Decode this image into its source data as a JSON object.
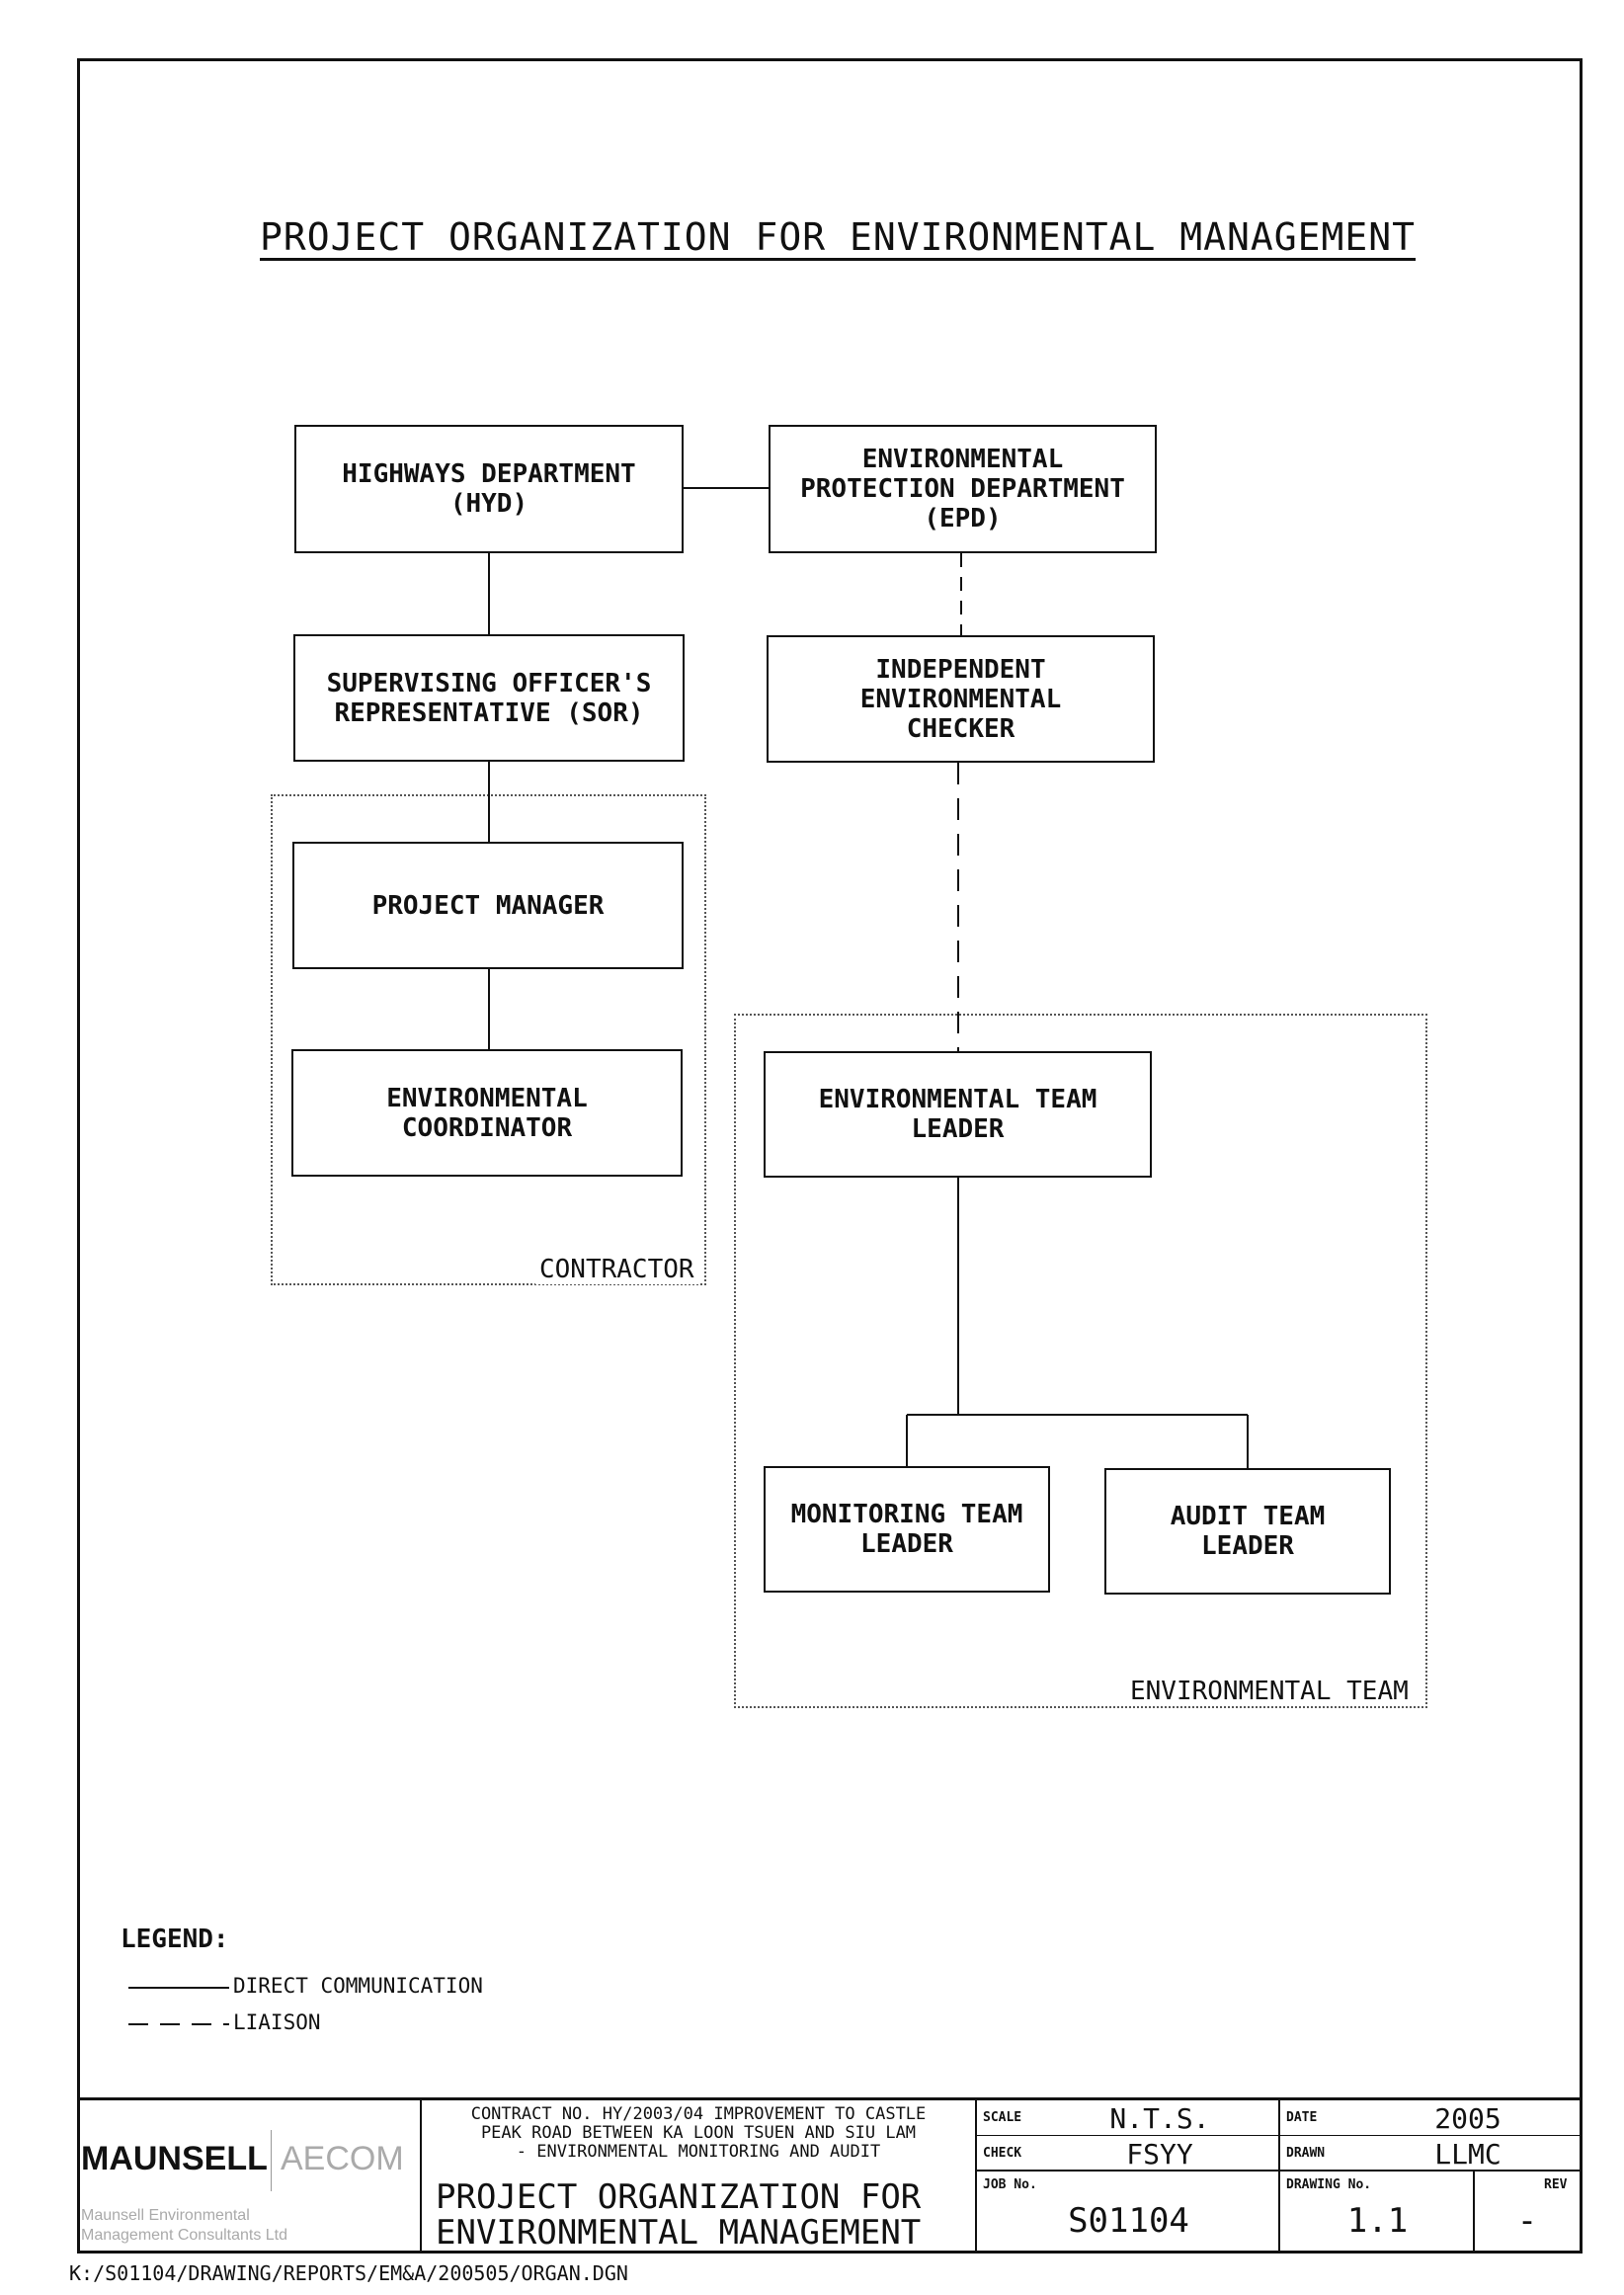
{
  "title": "PROJECT ORGANIZATION FOR ENVIRONMENTAL MANAGEMENT",
  "boxes": {
    "hyd": "HIGHWAYS DEPARTMENT\n(HYD)",
    "epd": "ENVIRONMENTAL\nPROTECTION DEPARTMENT\n(EPD)",
    "sor": "SUPERVISING OFFICER'S\nREPRESENTATIVE (SOR)",
    "iec": "INDEPENDENT\nENVIRONMENTAL\nCHECKER",
    "pm": "PROJECT MANAGER",
    "ec": "ENVIRONMENTAL\nCOORDINATOR",
    "etl": "ENVIRONMENTAL TEAM\nLEADER",
    "mtl": "MONITORING TEAM\nLEADER",
    "atl": "AUDIT TEAM\nLEADER"
  },
  "groups": {
    "contractor": "CONTRACTOR",
    "env_team": "ENVIRONMENTAL TEAM"
  },
  "legend": {
    "title": "LEGEND:",
    "direct": "DIRECT COMMUNICATION",
    "liaison": "LIAISON"
  },
  "title_block": {
    "brand_main": "MAUNSELL",
    "brand_aecom": "AECOM",
    "brand_sub_1": "Maunsell Environmental",
    "brand_sub_2": "Management Consultants Ltd",
    "contract_line_1": "CONTRACT NO. HY/2003/04 IMPROVEMENT TO CASTLE",
    "contract_line_2": "PEAK ROAD BETWEEN KA LOON TSUEN AND SIU LAM",
    "contract_line_3": "- ENVIRONMENTAL MONITORING AND AUDIT",
    "drawing_title_1": "PROJECT ORGANIZATION FOR",
    "drawing_title_2": "ENVIRONMENTAL MANAGEMENT",
    "scale_label": "SCALE",
    "scale_value": "N.T.S.",
    "check_label": "CHECK",
    "check_value": "FSYY",
    "job_label": "JOB No.",
    "job_value": "S01104",
    "date_label": "DATE",
    "date_value": "2005",
    "drawn_label": "DRAWN",
    "drawn_value": "LLMC",
    "drawing_no_label": "DRAWING No.",
    "drawing_no_value": "1.1",
    "rev_label": "REV",
    "rev_value": "-"
  },
  "footer_path": "K:/S01104/DRAWING/REPORTS/EM&A/200505/ORGAN.DGN"
}
